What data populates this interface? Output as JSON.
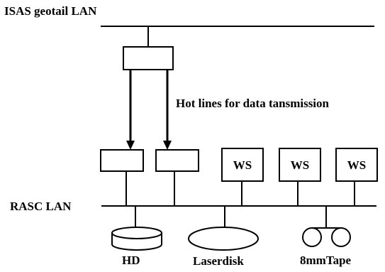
{
  "diagram": {
    "networks": {
      "top": "ISAS geotail LAN",
      "bottom": "RASC LAN"
    },
    "annotation": "Hot lines for data tansmission",
    "workstations": [
      "WS",
      "WS",
      "WS"
    ],
    "storage": {
      "hd": "HD",
      "laserdisk": "Laserdisk",
      "tape": "8mmTape"
    }
  }
}
